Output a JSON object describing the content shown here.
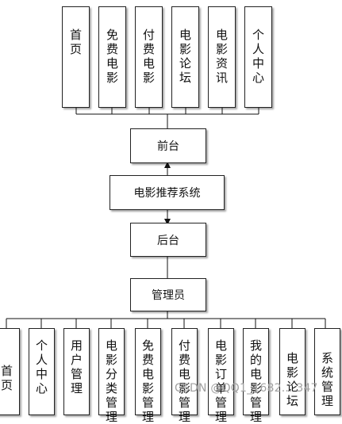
{
  "top_modules": [
    "首页",
    "免费电影",
    "付费电影",
    "电影论坛",
    "电影资讯",
    "个人中心"
  ],
  "frontend": "前台",
  "system": "电影推荐系统",
  "backend": "后台",
  "admin": "管理员",
  "bottom_modules": [
    "首页",
    "个人中心",
    "用户管理",
    "电影分类管理",
    "免费电影管理",
    "付费电影管理",
    "电影订单管理",
    "我的电影管理",
    "电影论坛",
    "系统管理"
  ],
  "watermark": "CSDN @QQ1_1682... 347"
}
